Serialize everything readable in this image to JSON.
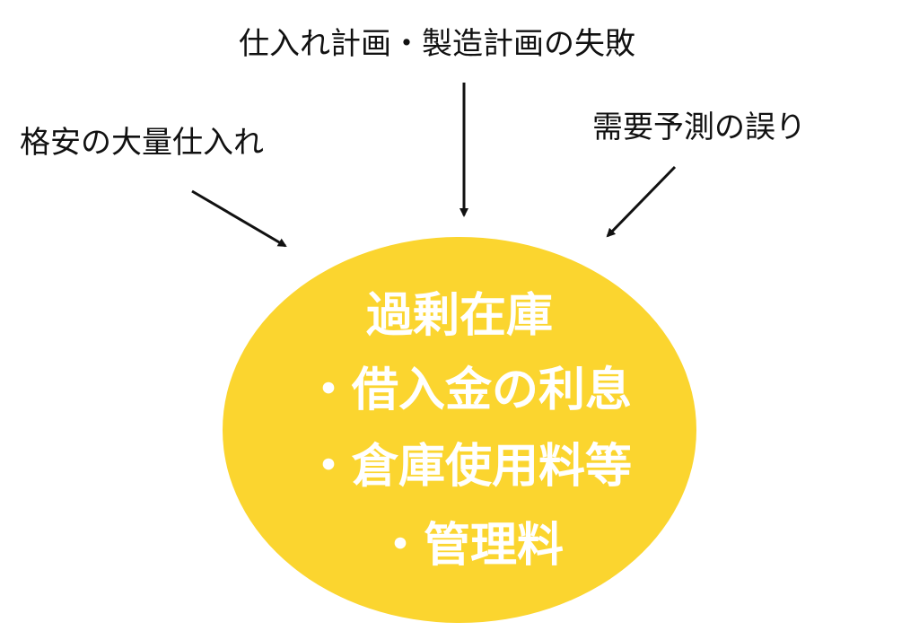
{
  "causes": {
    "top": "仕入れ計画・製造計画の失敗",
    "left": "格安の大量仕入れ",
    "right": "需要予測の誤り"
  },
  "center": {
    "title": "過剰在庫",
    "items": [
      "・借入金の利息",
      "・倉庫使用料等",
      "・管理料"
    ]
  },
  "colors": {
    "ellipse": "#fbd52f",
    "center_text": "#ffffff",
    "text": "#111111",
    "arrow": "#111111"
  }
}
